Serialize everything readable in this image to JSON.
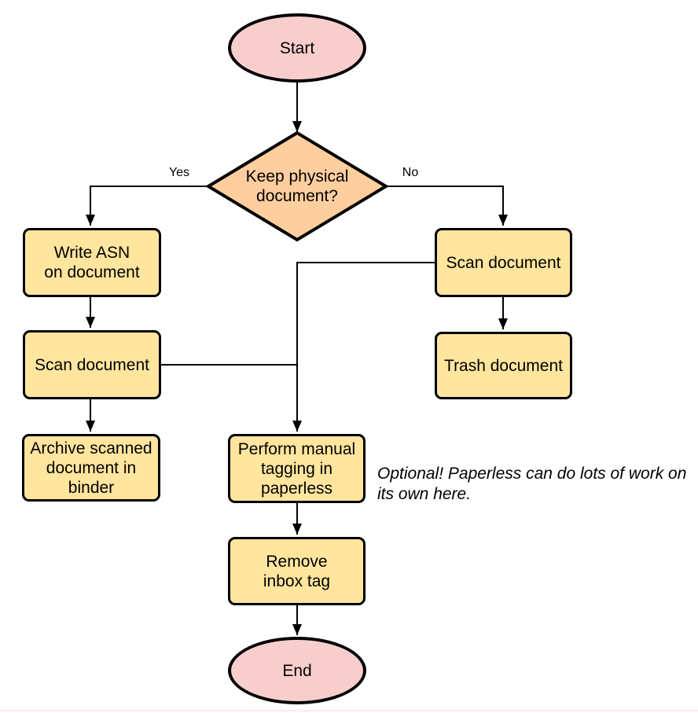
{
  "diagram": {
    "type": "flowchart",
    "colors": {
      "terminator_fill": "#F8CECC",
      "decision_fill": "#FFCE9E",
      "process_fill": "#FFE59E",
      "stroke": "#000000",
      "text": "#000000",
      "background": "#FFFFFF"
    }
  },
  "nodes": {
    "start": {
      "type": "terminator",
      "label": "Start"
    },
    "decision": {
      "type": "decision",
      "label": "Keep physical\ndocument?"
    },
    "write_asn": {
      "type": "process",
      "label": "Write ASN\non document"
    },
    "scan_left": {
      "type": "process",
      "label": "Scan document"
    },
    "archive": {
      "type": "process",
      "label": "Archive scanned\ndocument in\nbinder"
    },
    "scan_right": {
      "type": "process",
      "label": "Scan document"
    },
    "trash": {
      "type": "process",
      "label": "Trash document"
    },
    "tagging": {
      "type": "process",
      "label": "Perform manual\ntagging in\npaperless"
    },
    "remove_inbox": {
      "type": "process",
      "label": "Remove\ninbox tag"
    },
    "end": {
      "type": "terminator",
      "label": "End"
    }
  },
  "edge_labels": {
    "yes": "Yes",
    "no": "No"
  },
  "edges": [
    {
      "from": "start",
      "to": "decision",
      "label": ""
    },
    {
      "from": "decision",
      "to": "write_asn",
      "label": "Yes"
    },
    {
      "from": "decision",
      "to": "scan_right",
      "label": "No"
    },
    {
      "from": "write_asn",
      "to": "scan_left",
      "label": ""
    },
    {
      "from": "scan_left",
      "to": "archive",
      "label": ""
    },
    {
      "from": "scan_right",
      "to": "trash",
      "label": ""
    },
    {
      "from": "scan_right",
      "to": "tagging",
      "label": ""
    },
    {
      "from": "scan_left",
      "to": "tagging",
      "label": ""
    },
    {
      "from": "tagging",
      "to": "remove_inbox",
      "label": ""
    },
    {
      "from": "remove_inbox",
      "to": "end",
      "label": ""
    }
  ],
  "annotation": {
    "text": "Optional! Paperless can do lots of work on\nits own here."
  }
}
